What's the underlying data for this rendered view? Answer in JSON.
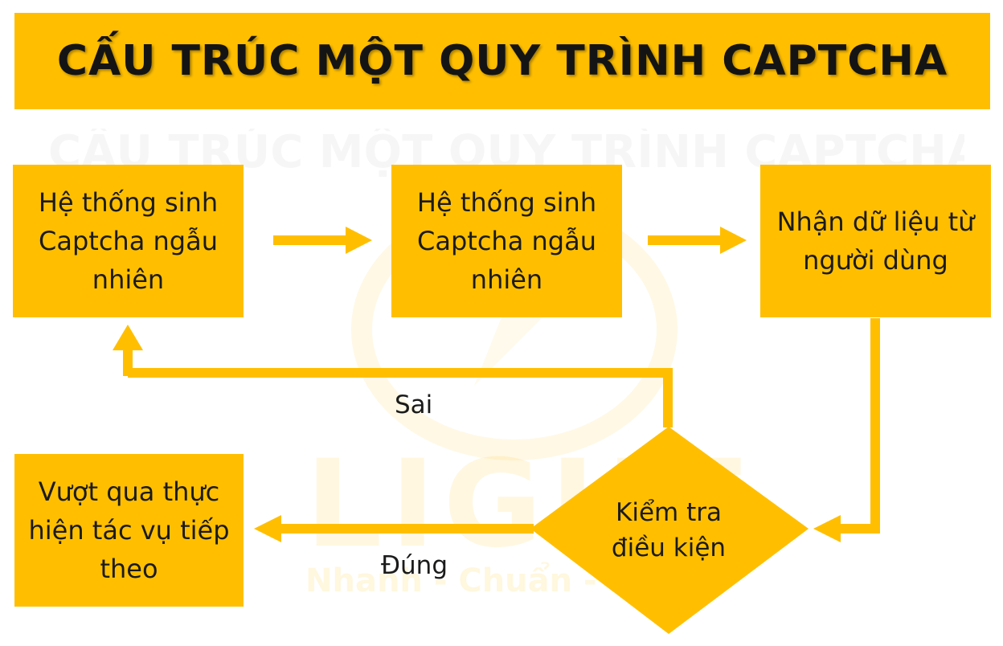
{
  "title": "CẤU TRÚC MỘT QUY TRÌNH CAPTCHA",
  "nodes": {
    "generate_1": "Hệ thống sinh Captcha ngẫu nhiên",
    "generate_2": "Hệ thống sinh Captcha ngẫu nhiên",
    "receive_input": "Nhận dữ liệu từ người dùng",
    "check_condition": "Kiểm tra điều kiện",
    "pass": "Vượt qua thực hiện tác vụ tiếp theo"
  },
  "edges": {
    "wrong_label": "Sai",
    "correct_label": "Đúng"
  },
  "watermark": {
    "brand": "LIGHT",
    "tagline": "Nhanh - Chuẩn - Đẹp"
  },
  "colors": {
    "accent": "#ffbf00",
    "text": "#1b1b1b",
    "background": "#ffffff"
  }
}
